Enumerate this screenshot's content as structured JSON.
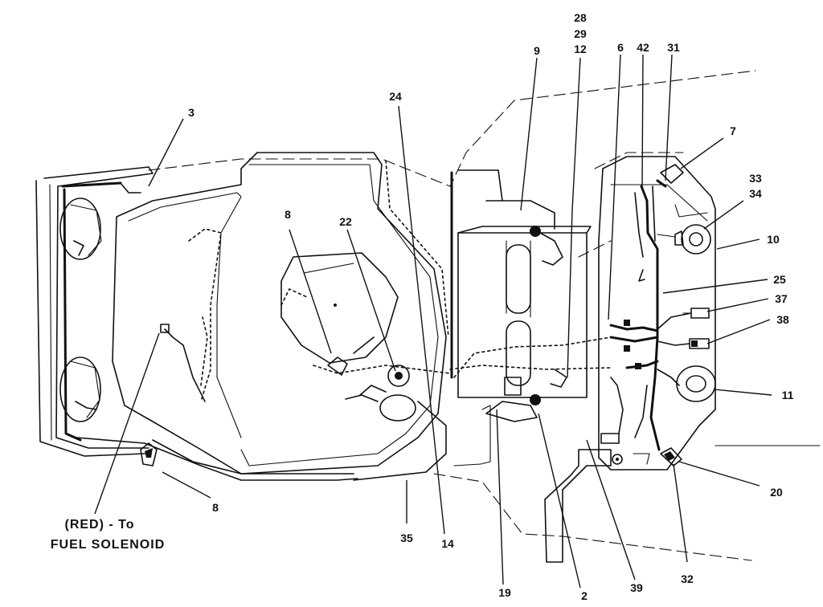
{
  "callouts": {
    "c3": "3",
    "c8_top": "8",
    "c8_bottom": "8",
    "c22": "22",
    "c24": "24",
    "c9": "9",
    "c28": "28",
    "c29": "29",
    "c12": "12",
    "c6": "6",
    "c42": "42",
    "c31": "31",
    "c7": "7",
    "c33": "33",
    "c34": "34",
    "c10": "10",
    "c25": "25",
    "c37": "37",
    "c38": "38",
    "c11": "11",
    "c20": "20",
    "c32": "32",
    "c39": "39",
    "c2": "2",
    "c19": "19",
    "c14": "14",
    "c35": "35"
  },
  "caption": {
    "line1": "(RED) - To",
    "line2": "FUEL SOLENOID"
  }
}
